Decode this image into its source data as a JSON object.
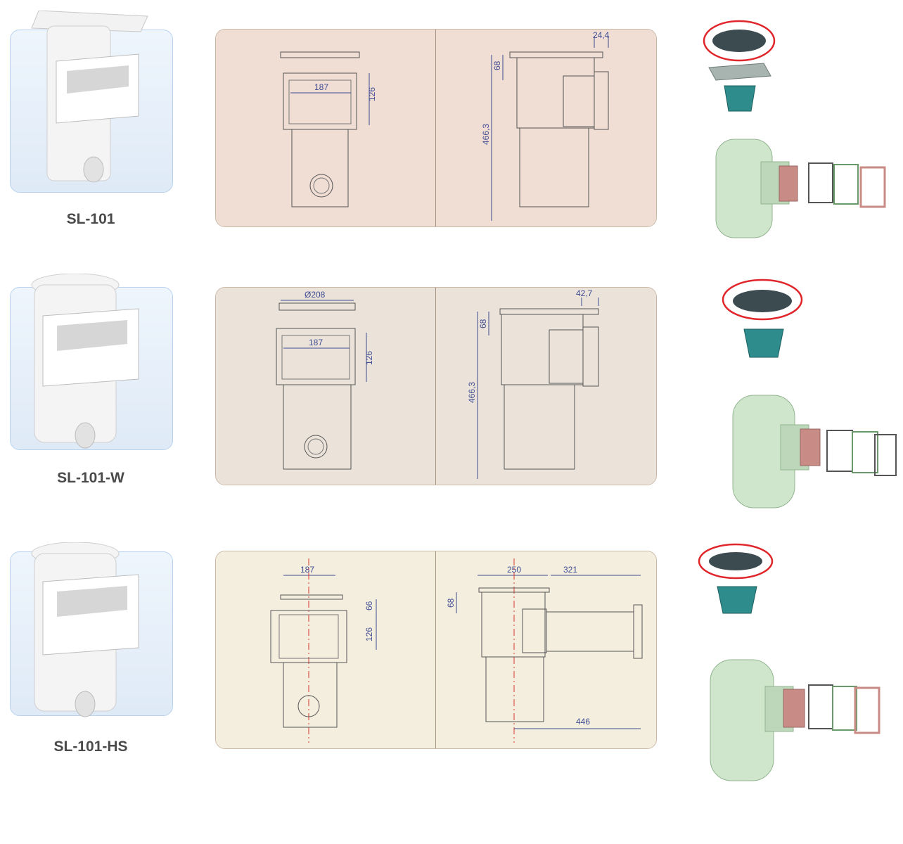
{
  "rows": [
    {
      "model": "SL-101",
      "panel_color": "#f0ddd4",
      "front": {
        "width": "187",
        "height": "126"
      },
      "side": {
        "flange": "24,4",
        "weir": "68",
        "height": "466,3"
      }
    },
    {
      "model": "SL-101-W",
      "panel_color": "#ebe3da",
      "front": {
        "diameter": "Ø208",
        "width": "187",
        "height": "126"
      },
      "side": {
        "flange": "42,7",
        "weir": "68",
        "height": "466,3"
      }
    },
    {
      "model": "SL-101-HS",
      "panel_color": "#f4eedf",
      "front": {
        "width": "187",
        "top": "66",
        "height": "126"
      },
      "side": {
        "width": "250",
        "extension": "321",
        "weir": "68",
        "total": "446"
      }
    }
  ],
  "colors": {
    "dimension": "#3e4c92",
    "centerline": "#d9362f",
    "highlight": "#e0262b",
    "body_green": "#cfe6cc",
    "frame_pink": "#c98b86"
  }
}
